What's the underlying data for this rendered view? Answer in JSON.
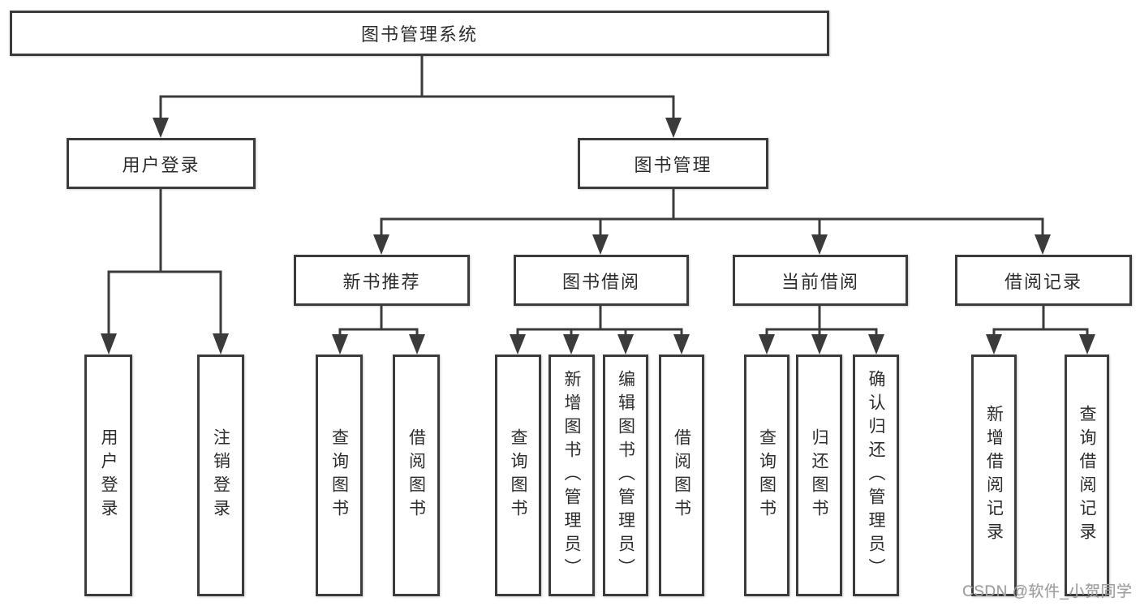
{
  "diagram": {
    "colors": {
      "line": "#3b3b3b",
      "box_border": "#3b3b3b",
      "box_background": "#ffffff",
      "text": "#2d2d2d",
      "watermark": "#9e9e9e",
      "page_background": "#ffffff"
    },
    "nodes": {
      "root": "图书管理系统",
      "userLogin": "用户登录",
      "bookMgmt": "图书管理",
      "newBookRec": "新书推荐",
      "bookBorrow": "图书借阅",
      "currentBorrow": "当前借阅",
      "borrowRecords": "借阅记录",
      "leaves": {
        "userLogin": "用户登录",
        "logout": "注销登录",
        "recQueryBooks": "查询图书",
        "recBorrowBooks": "借阅图书",
        "borrowQueryBooks": "查询图书",
        "borrowAddBookAdmin": "新增图书（管理员）",
        "borrowEditBookAdmin": "编辑图书（管理员）",
        "borrowBorrowBooks": "借阅图书",
        "currentQueryBooks": "查询图书",
        "currentReturnBooks": "归还图书",
        "currentConfirmReturnAdmin": "确认归还（管理员）",
        "recordsAdd": "新增借阅记录",
        "recordsQuery": "查询借阅记录"
      }
    },
    "watermark": "CSDN @软件_小贺同学"
  }
}
